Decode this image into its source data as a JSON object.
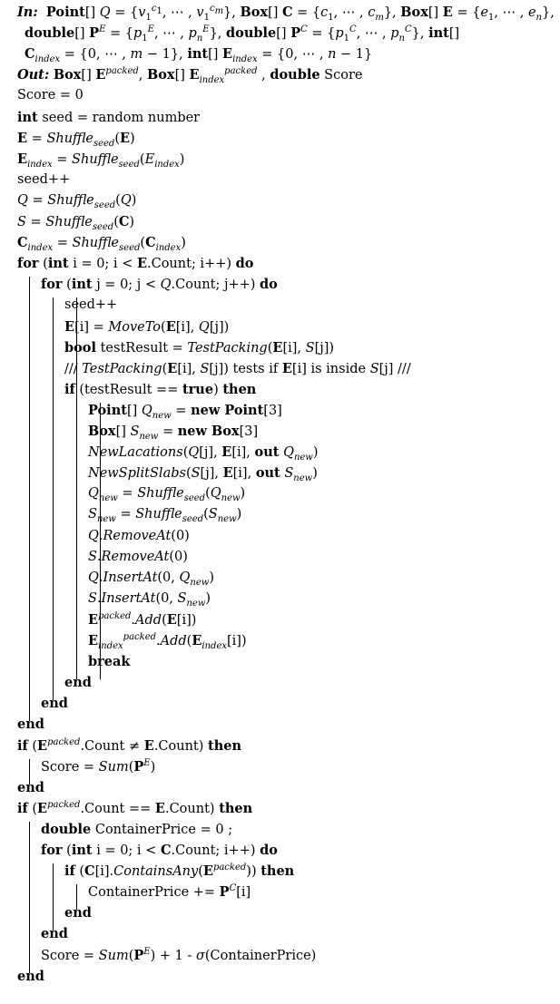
{
  "lines": [
    {
      "id": "in1",
      "indent": 0,
      "html": "<span class=\"k it\">In:</span>&nbsp; <span class=\"k\">Point</span>[] <i>Q</i> = {<i>v</i><sub>1</sub><sup><i>c</i><sub>1</sub></sup>, ⋯ , <i>v</i><sub>1</sub><sup><i>c<sub>m</sub></i></sup>}, <span class=\"k\">Box</span>[] <b>C</b> = {<i>c</i><sub>1</sub>, ⋯ , <i>c<sub>m</sub></i>}, <span class=\"k\">Box</span>[] <b>E</b> = {<i>e</i><sub>1</sub>, ⋯ , <i>e<sub>n</sub></i>},"
    },
    {
      "id": "in2",
      "indent": 1,
      "html": "<span class=\"k\">double</span>[] <b>P</b><sup><i>E</i></sup> = {<i>p</i><sub>1</sub><sup><i>E</i></sup>, ⋯ , <i>p</i><sub><i>n</i></sub><sup><i>E</i></sup>}, <span class=\"k\">double</span>[] <b>P</b><sup><i>C</i></sup> = {<i>p</i><sub>1</sub><sup><i>C</i></sup>, ⋯ , <i>p</i><sub><i>n</i></sub><sup><i>C</i></sup>}, <span class=\"k\">int</span>[]"
    },
    {
      "id": "in3",
      "indent": 1,
      "html": "<b>C</b><sub><i>index</i></sub> = {0, ⋯ , <i>m</i> − 1}, <span class=\"k\">int</span>[] <b>E</b><sub><i>index</i></sub> = {0, ⋯ , <i>n</i> − 1}"
    },
    {
      "id": "out",
      "indent": 0,
      "html": "<span class=\"k it\">Out:</span> <span class=\"k\">Box</span>[] <b>E</b><sup><i>packed</i></sup>, <span class=\"k\">Box</span>[] <b>E</b><sub><i>index</i></sub><sup><i>packed</i></sup> , <span class=\"k\">double</span> Score"
    },
    {
      "id": "l1",
      "indent": 0,
      "html": "Score = 0"
    },
    {
      "id": "l2",
      "indent": 0,
      "html": "<span class=\"k\">int</span> seed = random number"
    },
    {
      "id": "l3",
      "indent": 0,
      "html": "<b>E</b> = <i>Shuffle<sub>seed</sub></i>(<b>E</b>)"
    },
    {
      "id": "l4",
      "indent": 0,
      "html": "<b>E</b><sub><i>index</i></sub> = <i>Shuffle<sub>seed</sub></i>(<i>E<sub>index</sub></i>)"
    },
    {
      "id": "l5",
      "indent": 0,
      "html": "seed++"
    },
    {
      "id": "l6",
      "indent": 0,
      "html": "<i>Q</i> = <i>Shuffle<sub>seed</sub></i>(<i>Q</i>)"
    },
    {
      "id": "l7",
      "indent": 0,
      "html": "<i>S</i> = <i>Shuffle<sub>seed</sub></i>(<b>C</b>)"
    },
    {
      "id": "l8",
      "indent": 0,
      "html": "<b>C</b><sub><i>index</i></sub> = <i>Shuffle<sub>seed</sub></i>(<b>C</b><sub><i>index</i></sub>)"
    },
    {
      "id": "l9",
      "indent": 0,
      "html": "<span class=\"k\">for</span> (<span class=\"k\">int</span> i = 0; i &lt; <b>E</b>.Count; i++) <span class=\"k\">do</span>"
    },
    {
      "id": "l10",
      "indent": 1,
      "html": "<span class=\"k\">for</span> (<span class=\"k\">int</span> j = 0; j &lt; <i>Q</i>.Count; j++) <span class=\"k\">do</span>"
    },
    {
      "id": "l11",
      "indent": 2,
      "html": "seed++"
    },
    {
      "id": "l12",
      "indent": 2,
      "html": "<b>E</b>[i] = <i>MoveTo</i>(<b>E</b>[i], <i>Q</i>[j])"
    },
    {
      "id": "l13",
      "indent": 2,
      "html": "<span class=\"k\">bool</span> testResult = <i>TestPacking</i>(<b>E</b>[i], <i>S</i>[j])"
    },
    {
      "id": "l14",
      "indent": 2,
      "html": "/// <i>TestPacking</i>(<b>E</b>[i], <i>S</i>[j]) tests if <b>E</b>[i] is inside <i>S</i>[j] ///"
    },
    {
      "id": "l15",
      "indent": 2,
      "html": "<span class=\"k\">if</span> (testResult == <span class=\"k\">true</span>) <span class=\"k\">then</span>"
    },
    {
      "id": "l16",
      "indent": 3,
      "html": "<span class=\"k\">Point</span>[] <i>Q<sub>new</sub></i> = <span class=\"k\">new Point</span>[3]"
    },
    {
      "id": "l17",
      "indent": 3,
      "html": "<span class=\"k\">Box</span>[] <i>S<sub>new</sub></i> = <span class=\"k\">new Box</span>[3]"
    },
    {
      "id": "l18",
      "indent": 3,
      "html": "<i>NewLacations</i>(<i>Q</i>[j], <b>E</b>[i], <span class=\"k\">out</span> <i>Q<sub>new</sub></i>)"
    },
    {
      "id": "l19",
      "indent": 3,
      "html": "<i>NewSplitSlabs</i>(<i>S</i>[j], <b>E</b>[i], <span class=\"k\">out</span> <i>S<sub>new</sub></i>)"
    },
    {
      "id": "l20",
      "indent": 3,
      "html": "<i>Q<sub>new</sub></i> = <i>Shuffle<sub>seed</sub></i>(<i>Q<sub>new</sub></i>)"
    },
    {
      "id": "l21",
      "indent": 3,
      "html": "<i>S<sub>new</sub></i> = <i>Shuffle<sub>seed</sub></i>(<i>S<sub>new</sub></i>)"
    },
    {
      "id": "l22",
      "indent": 3,
      "html": "<i>Q</i>.<i>RemoveAt</i>(0)"
    },
    {
      "id": "l23",
      "indent": 3,
      "html": "<i>S</i>.<i>RemoveAt</i>(0)"
    },
    {
      "id": "l24",
      "indent": 3,
      "html": "<i>Q</i>.<i>InsertAt</i>(0, <i>Q<sub>new</sub></i>)"
    },
    {
      "id": "l25",
      "indent": 3,
      "html": "<i>S</i>.<i>InsertAt</i>(0, <i>S<sub>new</sub></i>)"
    },
    {
      "id": "l26",
      "indent": 3,
      "html": "<b>E</b><sup><i>packed</i></sup>.<i>Add</i>(<b>E</b>[i])"
    },
    {
      "id": "l27",
      "indent": 3,
      "html": "<b>E</b><sub><i>index</i></sub><sup><i>packed</i></sup>.<i>Add</i>(<b>E</b><sub><i>index</i></sub>[i])"
    },
    {
      "id": "l28",
      "indent": 3,
      "html": "<span class=\"k\">break</span>"
    },
    {
      "id": "l29",
      "indent": 2,
      "html": "<span class=\"k\">end</span>"
    },
    {
      "id": "l30",
      "indent": 1,
      "html": "<span class=\"k\">end</span>"
    },
    {
      "id": "l31",
      "indent": 0,
      "html": "<span class=\"k\">end</span>"
    },
    {
      "id": "l32",
      "indent": 0,
      "html": "<span class=\"k\">if</span> (<b>E</b><sup><i>packed</i></sup>.Count ≠ <b>E</b>.Count) <span class=\"k\">then</span>"
    },
    {
      "id": "l33",
      "indent": 1,
      "html": "Score = <i>Sum</i>(<b>P</b><sup><i>E</i></sup>)"
    },
    {
      "id": "l34",
      "indent": 0,
      "html": "<span class=\"k\">end</span>"
    },
    {
      "id": "l35",
      "indent": 0,
      "html": "<span class=\"k\">if</span> (<b>E</b><sup><i>packed</i></sup>.Count == <b>E</b>.Count) <span class=\"k\">then</span>"
    },
    {
      "id": "l36",
      "indent": 1,
      "html": "<span class=\"k\">double</span> ContainerPrice = 0 ;"
    },
    {
      "id": "l37",
      "indent": 1,
      "html": "<span class=\"k\">for</span> (<span class=\"k\">int</span> i = 0; i &lt; <b>C</b>.Count; i++) <span class=\"k\">do</span>"
    },
    {
      "id": "l38",
      "indent": 2,
      "html": "<span class=\"k\">if</span> (<b>C</b>[i].<i>ContainsAny</i>(<b>E</b><sup><i>packed</i></sup>)) <span class=\"k\">then</span>"
    },
    {
      "id": "l39",
      "indent": 3,
      "html": "ContainerPrice += <b>P</b><sup><i>C</i></sup>[i]"
    },
    {
      "id": "l40",
      "indent": 2,
      "html": "<span class=\"k\">end</span>"
    },
    {
      "id": "l41",
      "indent": 1,
      "html": "<span class=\"k\">end</span>"
    },
    {
      "id": "l42",
      "indent": 1,
      "html": "Score = <i>Sum</i>(<b>P</b><sup><i>E</i></sup>) + 1 - <i>σ</i>(ContainerPrice)"
    },
    {
      "id": "l43",
      "indent": 0,
      "html": "<span class=\"k\">end</span>"
    }
  ]
}
